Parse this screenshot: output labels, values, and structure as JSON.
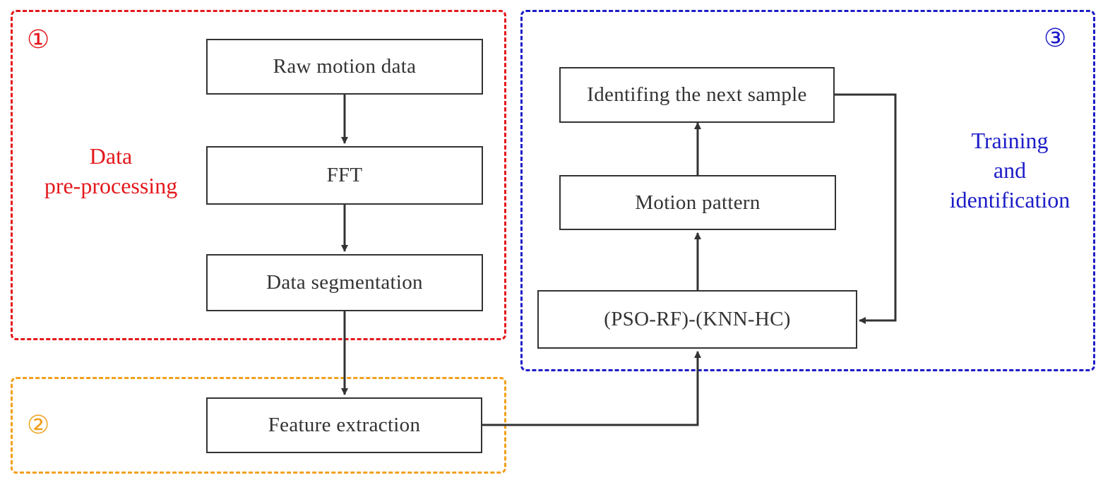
{
  "colors": {
    "region1": "#e4181c",
    "region2": "#f2a01b",
    "region3": "#1c1cc8",
    "line": "#333333"
  },
  "regions": {
    "preprocessing": {
      "number": "①",
      "label_lines": [
        "Data",
        "pre-processing"
      ]
    },
    "feature": {
      "number": "②"
    },
    "training": {
      "number": "③",
      "label_lines": [
        "Training",
        "and",
        "identification"
      ]
    }
  },
  "boxes": {
    "raw_motion_data": "Raw motion data",
    "fft": "FFT",
    "data_segmentation": "Data segmentation",
    "feature_extraction": "Feature extraction",
    "pso_rf_knn_hc": "(PSO-RF)-(KNN-HC)",
    "motion_pattern": "Motion pattern",
    "identifing_next_sample": "Identifing the next sample"
  }
}
